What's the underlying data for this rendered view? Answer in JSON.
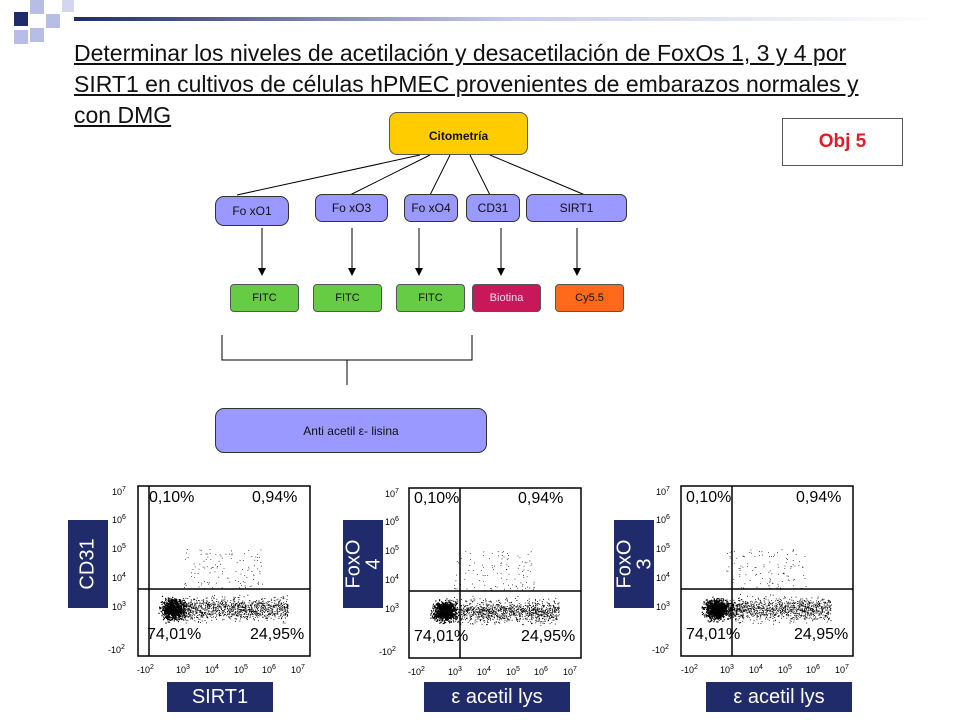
{
  "title": "Determinar los niveles de acetilación y desacetilación de FoxOs 1, 3 y 4 por SIRT1 en cultivos de células hPMEC provenientes de embarazos normales y con DMG",
  "objective": "Obj 5",
  "diagram": {
    "root": "Citometría",
    "targets": [
      "Fo xO1",
      "Fo xO3",
      "Fo xO4",
      "CD31",
      "SIRT1"
    ],
    "labels": [
      "FITC",
      "FITC",
      "FITC",
      "Biotina",
      "Cy5.5"
    ],
    "secondary": "Anti acetil ε- lisina"
  },
  "colors": {
    "title_underline": "#111111",
    "citometria": "#ffcc00",
    "target": "#9999ff",
    "fitc": "#66cc44",
    "biotina": "#c8185a",
    "cy55": "#ff6a1a",
    "axis_label_bg": "#1f2b6b",
    "objective_text": "#e31b23"
  },
  "plots": [
    {
      "ylabel": "CD31",
      "xlabel": "SIRT1",
      "q_ul": "0,10%",
      "q_ur": "0,94%",
      "q_ll": "74,01%",
      "q_lr": "24,95%"
    },
    {
      "ylabel": "FoxO\n4",
      "xlabel": "ε acetil lys",
      "q_ul": "0,10%",
      "q_ur": "0,94%",
      "q_ll": "74,01%",
      "q_lr": "24,95%"
    },
    {
      "ylabel": "FoxO\n3",
      "xlabel": "ε acetil lys",
      "q_ul": "0,10%",
      "q_ur": "0,94%",
      "q_ll": "74,01%",
      "q_lr": "24,95%"
    }
  ],
  "y_ticks": [
    {
      "base": "10",
      "exp": "7"
    },
    {
      "base": "10",
      "exp": "6"
    },
    {
      "base": "10",
      "exp": "5"
    },
    {
      "base": "10",
      "exp": "4"
    },
    {
      "base": "10",
      "exp": "3"
    },
    {
      "base": "-10",
      "exp": "2"
    }
  ],
  "x_ticks": [
    {
      "base": "-10",
      "exp": "2"
    },
    {
      "base": "10",
      "exp": "3"
    },
    {
      "base": "10",
      "exp": "4"
    },
    {
      "base": "10",
      "exp": "5"
    },
    {
      "base": "10",
      "exp": "6"
    },
    {
      "base": "10",
      "exp": "7"
    }
  ]
}
